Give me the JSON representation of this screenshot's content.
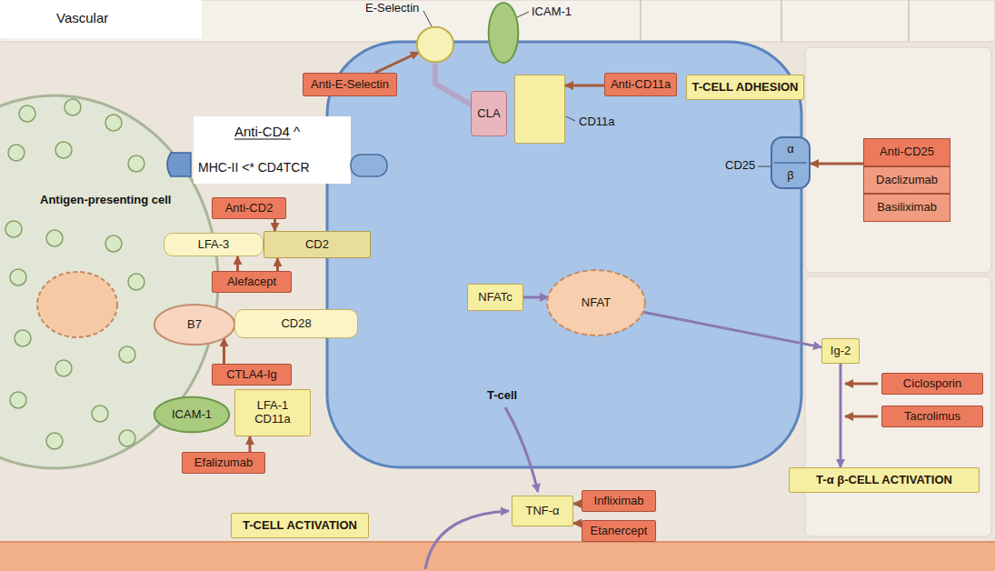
{
  "diagram": {
    "nodes": [
      {
        "text": [
          "E-Selectin"
        ]
      },
      {
        "text": [
          "ICAM-1"
        ]
      },
      {
        "text": [
          "Anti-E-Selectin"
        ]
      },
      {
        "text": [
          "CLA"
        ]
      },
      {
        "text": [
          "CD11a"
        ]
      },
      {
        "text": [
          "Anti-CD11a"
        ]
      },
      {
        "text": [
          "T-CELL ADHESION"
        ]
      },
      {
        "text": [
          "Anti-CD2"
        ]
      },
      {
        "text": [
          "LFA-3"
        ]
      },
      {
        "text": [
          "CD2"
        ]
      },
      {
        "text": [
          "Alefacept"
        ]
      },
      {
        "text": [
          "B7"
        ]
      },
      {
        "text": [
          "CD28"
        ]
      },
      {
        "text": [
          "CTLA4-Ig"
        ]
      },
      {
        "text": [
          "ICAM-1"
        ]
      },
      {
        "text": [
          "LFA-1 CD11a"
        ]
      },
      {
        "text": [
          "Efalizumab"
        ]
      },
      {
        "text": [
          "T-CELL ACTIVATION"
        ]
      },
      {
        "text": [
          "NFATc"
        ]
      },
      {
        "text": [
          "NFAT"
        ]
      },
      {
        "text": [
          "Ig-2"
        ]
      },
      {
        "text": [
          "CD25",
          "α",
          "β"
        ]
      },
      {
        "text": [
          "Anti-CD25",
          "Daclizumab",
          "Basiliximab"
        ]
      },
      {
        "text": [
          "Ciclosporin"
        ]
      },
      {
        "text": [
          "Tacrolimus"
        ]
      },
      {
        "text": [
          "T-α β-CELL ACTIVATION"
        ]
      },
      {
        "text": [
          "TNF-α"
        ]
      },
      {
        "text": [
          "Infliximab"
        ]
      },
      {
        "text": [
          "Etanercept"
        ]
      }
    ],
    "edges": [
      {
        "from": 2,
        "to": 0,
        "arrow": "to"
      },
      {
        "from": 5,
        "to": 4,
        "arrow": "to"
      },
      {
        "from": 7,
        "to": 9,
        "arrow": "to"
      },
      {
        "from": 10,
        "to": 8,
        "arrow": "to"
      },
      {
        "from": 10,
        "to": 9,
        "arrow": "to"
      },
      {
        "from": 13,
        "to": 11,
        "arrow": "to"
      },
      {
        "from": 16,
        "to": 15,
        "arrow": "to"
      },
      {
        "from": 18,
        "to": 19,
        "arrow": "to"
      },
      {
        "from": 19,
        "to": 20,
        "arrow": "to"
      },
      {
        "from": 22,
        "to": 21,
        "arrow": "to"
      },
      {
        "from": 20,
        "to": 25,
        "arrow": "to"
      },
      {
        "from": 27,
        "to": 26,
        "arrow": "to"
      },
      {
        "from": 28,
        "to": 26,
        "arrow": "to"
      }
    ],
    "labels": [
      "Vascular",
      "Anti-CD4 ^",
      "MHC-II <* CD4TCR",
      "Antigen-presenting cell",
      "T-cell"
    ]
  }
}
